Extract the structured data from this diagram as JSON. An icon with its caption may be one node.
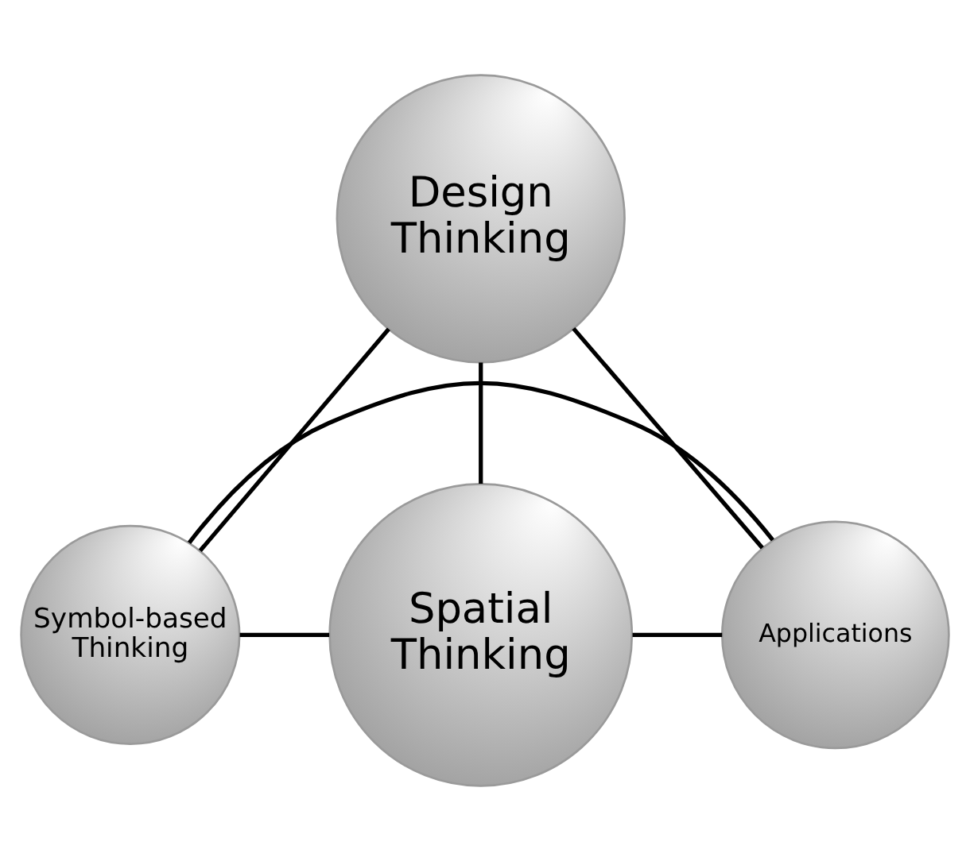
{
  "diagram": {
    "nodes": [
      {
        "text": [
          "Design Thinking"
        ]
      },
      {
        "text": [
          "Symbol-based Thinking"
        ]
      },
      {
        "text": [
          "Spatial Thinking"
        ]
      },
      {
        "text": [
          "Applications"
        ]
      }
    ],
    "edges": [
      {
        "from": 0,
        "to": 1,
        "arrow": "none"
      },
      {
        "from": 0,
        "to": 2,
        "arrow": "none"
      },
      {
        "from": 0,
        "to": 3,
        "arrow": "none"
      },
      {
        "from": 1,
        "to": 2,
        "arrow": "none"
      },
      {
        "from": 1,
        "to": 3,
        "arrow": "none"
      },
      {
        "from": 2,
        "to": 3,
        "arrow": "none"
      }
    ]
  }
}
